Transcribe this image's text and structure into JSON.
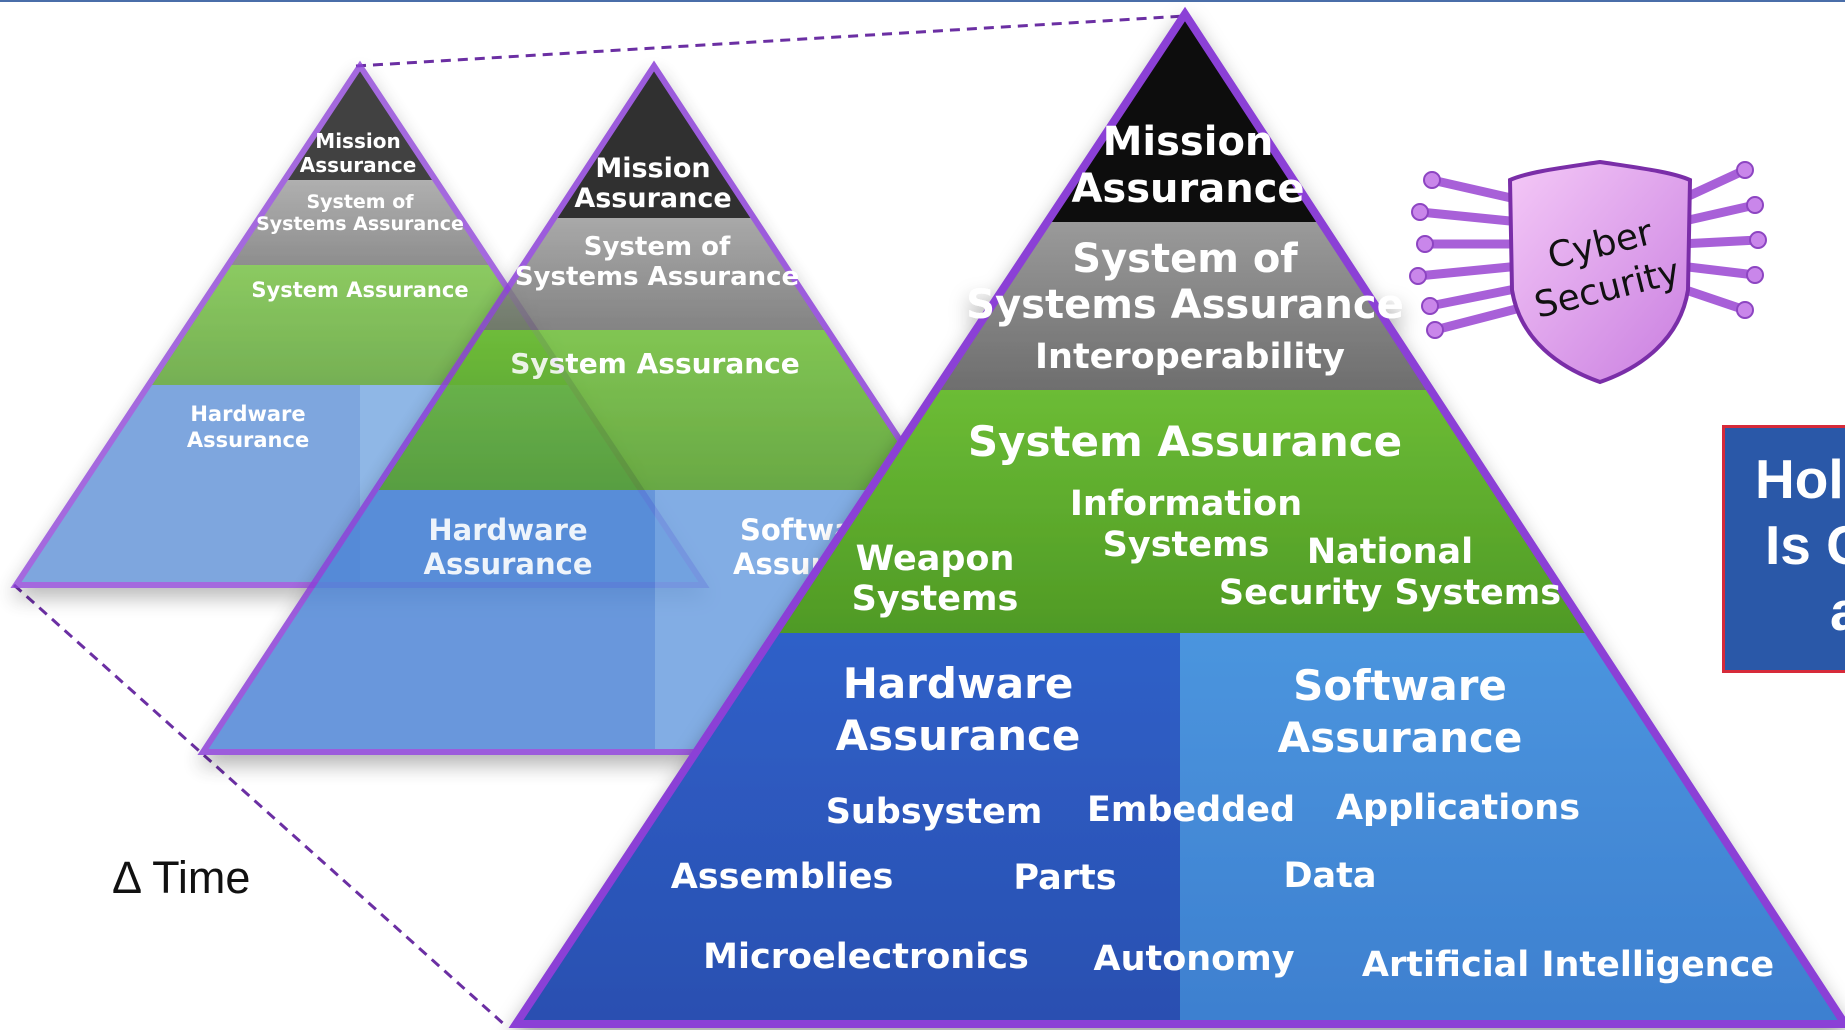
{
  "colors": {
    "mission": "#0a0a0a",
    "system_of_systems": "#8a8a8a",
    "system": "#5fae2f",
    "hardware": "#2e5fc6",
    "software": "#4b95de",
    "outline": "#8b3fd6",
    "callout_fill": "#2a58a8",
    "callout_border": "#d62a3a"
  },
  "small_pyramid": {
    "mission": [
      "Mission",
      "Assurance"
    ],
    "system_of_systems": [
      "System of",
      "Systems Assurance"
    ],
    "system": "System Assurance",
    "hardware": [
      "Hardware",
      "Assurance"
    ]
  },
  "middle_pyramid": {
    "mission": [
      "Mission",
      "Assurance"
    ],
    "system_of_systems": [
      "System of",
      "Systems Assurance"
    ],
    "system": "System Assurance",
    "hardware": [
      "Hardware",
      "Assurance"
    ],
    "software": [
      "Softwa",
      "Assur"
    ]
  },
  "main_pyramid": {
    "mission": [
      "Mission",
      "Assurance"
    ],
    "system_of_systems": [
      "System of",
      "Systems Assurance"
    ],
    "interoperability": "Interoperability",
    "system": "System Assurance",
    "information_systems": [
      "Information",
      "Systems"
    ],
    "weapon_systems": [
      "Weapon",
      "Systems"
    ],
    "national_security_systems": [
      "National",
      "Security Systems"
    ],
    "hardware": [
      "Hardware",
      "Assurance"
    ],
    "software": [
      "Software",
      "Assurance"
    ],
    "subsystem": "Subsystem",
    "embedded": "Embedded",
    "applications": "Applications",
    "assemblies": "Assemblies",
    "parts": "Parts",
    "data": "Data",
    "microelectronics": "Microelectronics",
    "autonomy": "Autonomy",
    "artificial_intelligence": "Artificial Intelligence"
  },
  "cyber_badge": {
    "line1": "Cyber",
    "line2": "Security",
    "icon": "shield-circuit-icon"
  },
  "time_label": "Δ Time",
  "callout": {
    "line1": "Hol",
    "line2": "Is C",
    "line3": "a"
  }
}
